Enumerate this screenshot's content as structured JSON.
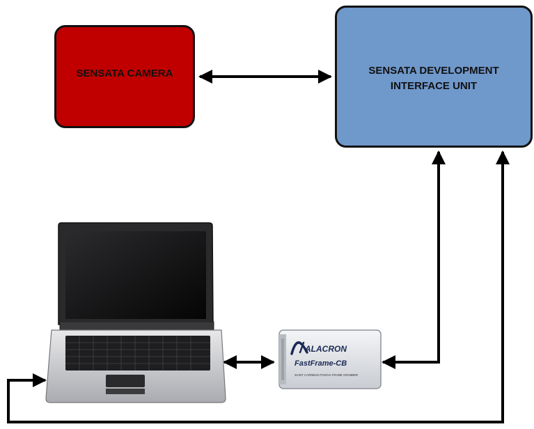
{
  "nodes": {
    "camera": {
      "label": "SENSATA CAMERA",
      "color": "#c00000"
    },
    "development_interface_unit": {
      "label": "SENSATA DEVELOPMENT INTERFACE UNIT",
      "color": "#6f98cb"
    },
    "laptop": {
      "icon": "laptop-icon"
    },
    "frame_grabber_card": {
      "icon": "pcmcia-card-icon",
      "brand": "ALACRON",
      "product": "FastFrame-CB",
      "caption": "32-BIT CARDBUS PCMCIA FRAME GRABBER"
    }
  },
  "connections": [
    {
      "from": "camera",
      "to": "development_interface_unit",
      "direction": "bidirectional"
    },
    {
      "from": "laptop",
      "to": "frame_grabber_card",
      "direction": "bidirectional"
    },
    {
      "from": "development_interface_unit",
      "to": "frame_grabber_card",
      "direction": "bidirectional"
    },
    {
      "from": "laptop",
      "to": "development_interface_unit",
      "direction": "bidirectional"
    }
  ]
}
